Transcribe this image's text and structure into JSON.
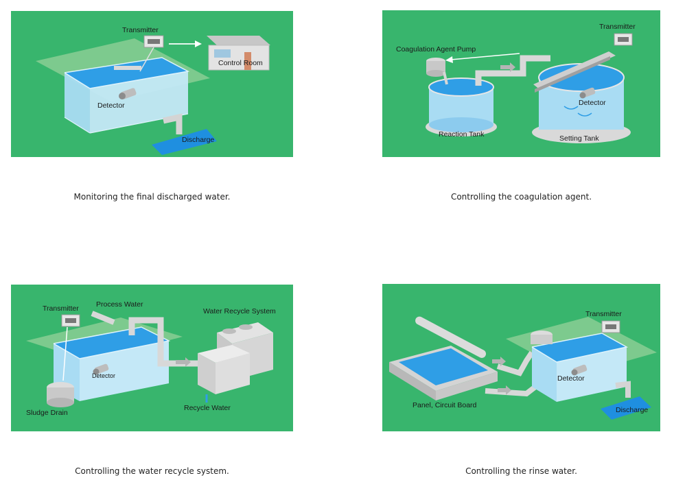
{
  "colors": {
    "background": "#38b56d",
    "water": "#2f9ee6",
    "tank_glass": "#a9dcf3",
    "pale_green": "#8ecf96"
  },
  "panels": [
    {
      "labels": {
        "transmitter": "Transmitter",
        "control_room": "Control Room",
        "detector": "Detector",
        "discharge": "Discharge"
      },
      "caption": "Monitoring the final discharged water."
    },
    {
      "labels": {
        "transmitter": "Transmitter",
        "pump": "Coagulation Agent Pump",
        "detector": "Detector",
        "reaction_tank": "Reaction Tank",
        "setting_tank": "Setting Tank"
      },
      "caption": "Controlling the coagulation agent."
    },
    {
      "labels": {
        "transmitter": "Transmitter",
        "process_water": "Process Water",
        "recycle_system": "Water Recycle System",
        "detector": "Detector",
        "sludge_drain": "Sludge Drain",
        "recycle_water": "Recycle Water"
      },
      "caption": "Controlling the water recycle system."
    },
    {
      "labels": {
        "transmitter": "Transmitter",
        "detector": "Detector",
        "panel": "Panel, Circuit Board",
        "discharge": "Discharge"
      },
      "caption": "Controlling the rinse water."
    }
  ]
}
